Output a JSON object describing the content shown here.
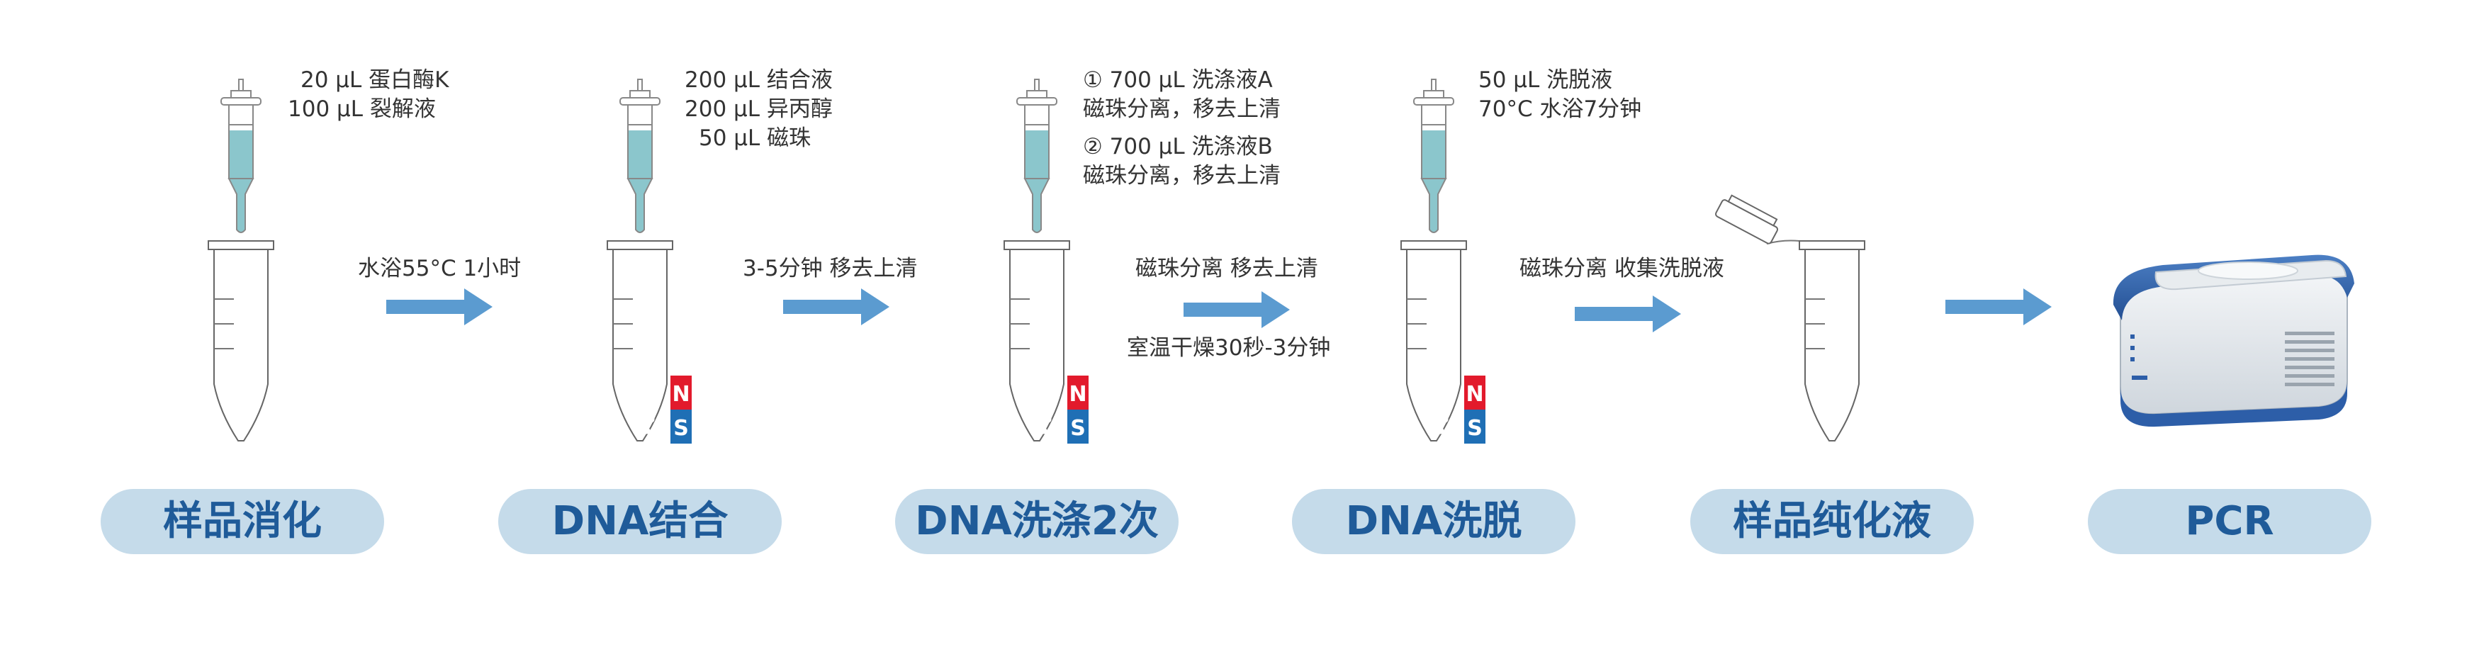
{
  "steps": [
    {
      "name": "样品消化"
    },
    {
      "name": "DNA结合"
    },
    {
      "name": "DNA洗涤2次"
    },
    {
      "name": "DNA洗脱"
    },
    {
      "name": "样品纯化液"
    },
    {
      "name": "PCR"
    }
  ],
  "pipette_notes": {
    "step1": [
      "20 µL 蛋白酶K",
      "100 µL 裂解液"
    ],
    "step2": [
      "200 µL 结合液",
      "200 µL 异丙醇",
      "50 µL 磁珠"
    ],
    "step3": [
      "① 700 µL 洗涤液A",
      "磁珠分离，移去上清",
      "② 700 µL 洗涤液B",
      "磁珠分离，移去上清"
    ],
    "step4": [
      "50 µL 洗脱液",
      "70°C 水浴7分钟"
    ]
  },
  "arrow_labels": {
    "a1": "水浴55°C 1小时",
    "a2": "3-5分钟 移去上清",
    "a3_top": "磁珠分离 移去上清",
    "a3_bottom": "室温干燥30秒-3分钟",
    "a4": "磁珠分离 收集洗脱液"
  },
  "magnet": {
    "north": "N",
    "south": "S"
  },
  "colors": {
    "arrow": "#5b9bd0",
    "liquid": "#8bc6cc",
    "pill_bg": "#c5dbea",
    "pill_text": "#1f5b99",
    "magnet_n": "#e21a2c",
    "magnet_s": "#1f6fb5",
    "machine_blue": "#2d5ea8"
  },
  "icons": [
    "pipette-icon",
    "tube-icon",
    "magnet-icon",
    "arrow-right-icon",
    "pcr-machine-icon"
  ]
}
